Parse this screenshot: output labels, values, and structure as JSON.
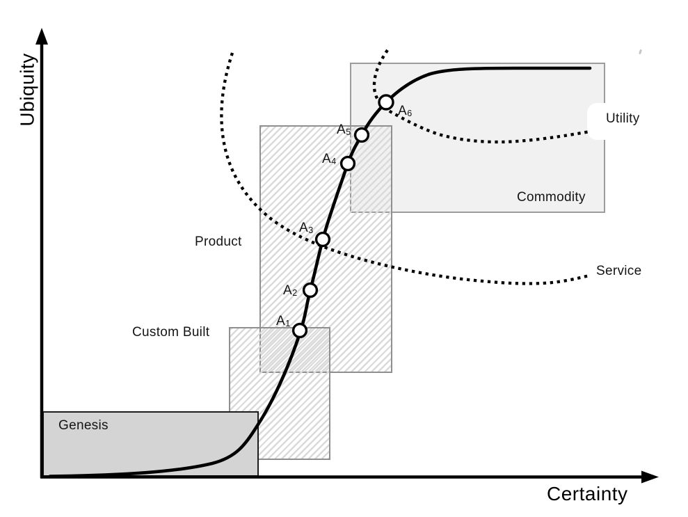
{
  "axes": {
    "y_label": "Ubiquity",
    "x_label": "Certainty"
  },
  "stages": {
    "genesis": {
      "label": "Genesis"
    },
    "custom_built": {
      "label": "Custom Built"
    },
    "product": {
      "label": "Product"
    },
    "commodity": {
      "label": "Commodity"
    }
  },
  "overlays": {
    "service": {
      "label": "Service"
    },
    "utility": {
      "label": "Utility"
    }
  },
  "points": [
    {
      "name": "A",
      "sub": "1"
    },
    {
      "name": "A",
      "sub": "2"
    },
    {
      "name": "A",
      "sub": "3"
    },
    {
      "name": "A",
      "sub": "4"
    },
    {
      "name": "A",
      "sub": "5"
    },
    {
      "name": "A",
      "sub": "6"
    }
  ],
  "colors": {
    "curve": "#000000",
    "genesis_fill": "#d4d4d4",
    "genesis_border": "#1c1c1c",
    "hatch_stripe": "#dadada",
    "stage_border": "#8f8f8f",
    "commodity_fill": "#f1f1f1",
    "commodity_border": "#9c9c9c",
    "marker_fill": "#ffffff"
  }
}
